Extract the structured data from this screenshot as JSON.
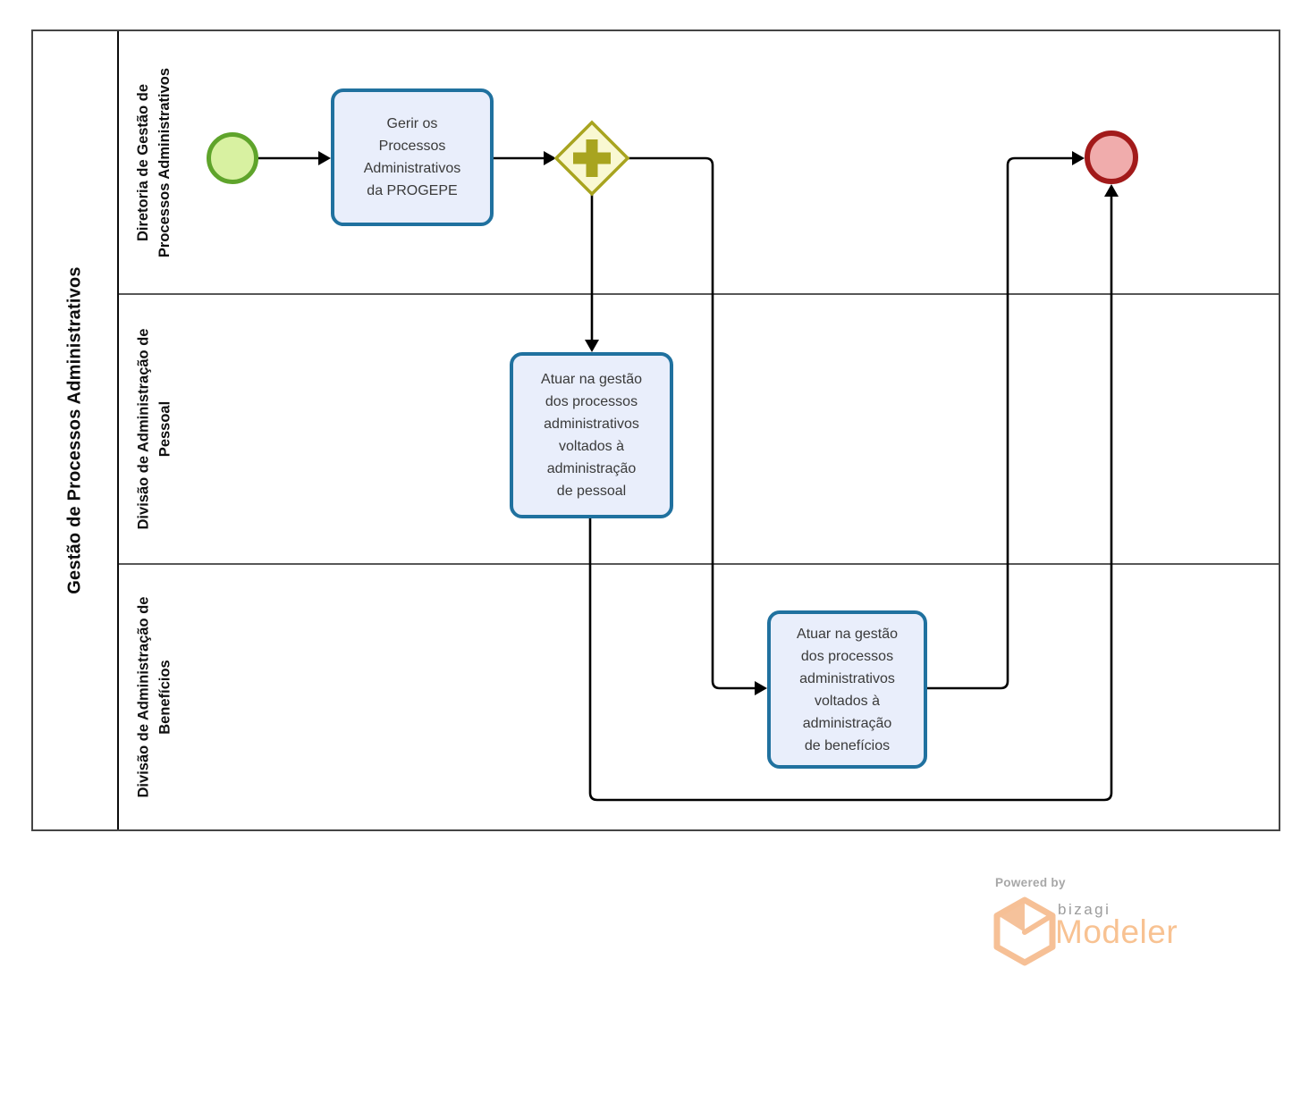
{
  "pool": {
    "title": "Gestão de Processos Administrativos",
    "lanes": [
      {
        "label": "Diretoria de Gestão de\nProcessos Administrativos"
      },
      {
        "label": "Divisão de Administração de\nPessoal"
      },
      {
        "label": "Divisão de Administração de\nBenefícios"
      }
    ]
  },
  "nodes": {
    "start_event": {
      "type": "start-event"
    },
    "task_gerir": {
      "label": "Gerir os\nProcessos\nAdministrativos\nda PROGEPE"
    },
    "gateway": {
      "type": "parallel-gateway"
    },
    "task_pessoal": {
      "label": "Atuar na gestão\ndos processos\nadministrativos\nvoltados à\nadministração\nde pessoal"
    },
    "task_beneficios": {
      "label": "Atuar na gestão\ndos processos\nadministrativos\nvoltados à\nadministração\nde benefícios"
    },
    "end_event": {
      "type": "end-event"
    }
  },
  "branding": {
    "powered_by": "Powered by",
    "brand": "bizagi",
    "product": "Modeler"
  },
  "colors": {
    "task_border": "#20719f",
    "task_fill": "#e9eefb",
    "start_border": "#5fa42b",
    "start_fill": "#d8f1a1",
    "end_border": "#a21a1a",
    "end_fill": "#f0acac",
    "gateway_border": "#a8a41f",
    "gateway_fill": "#f9f8d2",
    "connector": "#000000",
    "pool_border": "#454545",
    "lane_divider": "#575757",
    "brand_orange": "#f8c292",
    "brand_gray": "#9c9c9c"
  }
}
